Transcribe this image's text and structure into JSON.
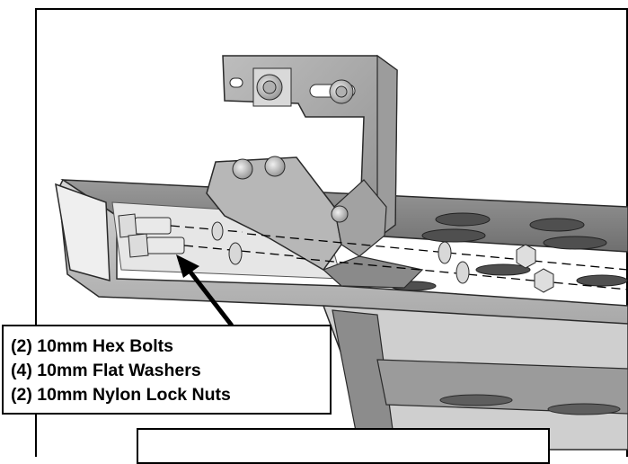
{
  "callout": {
    "lines": [
      "(2) 10mm Hex Bolts",
      "(4) 10mm Flat Washers",
      "(2) 10mm Nylon Lock Nuts"
    ]
  },
  "colors": {
    "frame": "#000000",
    "steel_light": "#c9c9c9",
    "steel_mid": "#a8a8a8",
    "steel_dark": "#6e6e6e",
    "steel_edge": "#2a2a2a",
    "background": "#ffffff"
  }
}
